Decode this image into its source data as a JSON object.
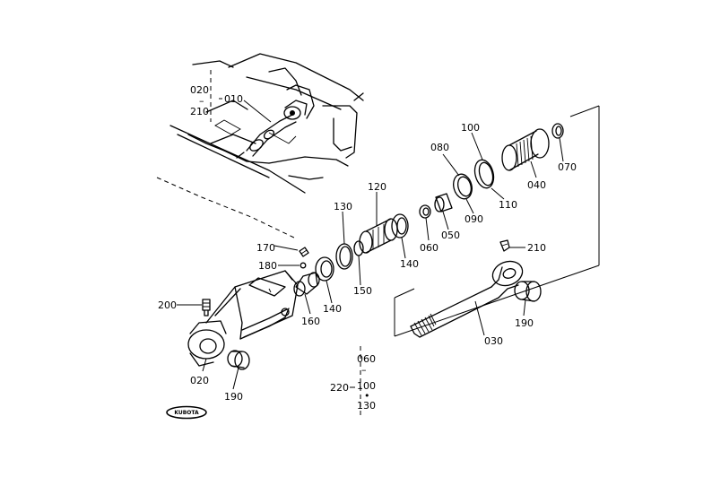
{
  "labels": {
    "p010": "010",
    "p020_range_top": "020",
    "p020_range_sep": "–",
    "p210_range_bottom": "210",
    "p020": "020",
    "p030": "030",
    "p040": "040",
    "p050": "050",
    "p060": "060",
    "p070": "070",
    "p080": "080",
    "p090": "090",
    "p100": "100",
    "p110": "110",
    "p120": "120",
    "p130": "130",
    "p140_a": "140",
    "p140_b": "140",
    "p150": "150",
    "p160": "160",
    "p170": "170",
    "p180": "180",
    "p190_a": "190",
    "p190_b": "190",
    "p200": "200",
    "p210": "210",
    "set220": "220",
    "set220_060": "060",
    "set220_100": "100",
    "set220_130": "130",
    "set220_dash": "–",
    "set220_dot": "•"
  },
  "logo": {
    "text": "KUBOTA"
  }
}
